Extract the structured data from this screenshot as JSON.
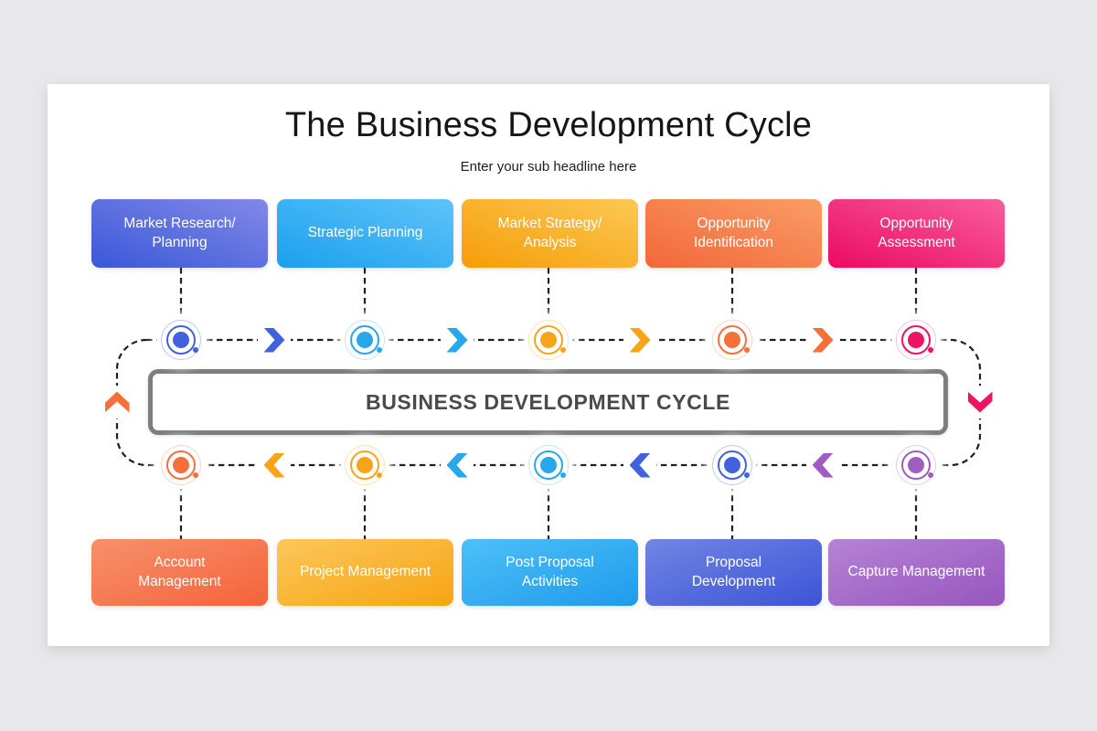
{
  "page": {
    "title": "The Business Development Cycle",
    "subtitle": "Enter your sub headline here"
  },
  "cycle": {
    "center_label": "BUSINESS DEVELOPMENT CYCLE",
    "direction": "clockwise",
    "top_stages": [
      {
        "label": "Market Research/\nPlanning",
        "gradient_start": "#3A58D9",
        "gradient_end": "#8289E6",
        "node_color": "#4161DD"
      },
      {
        "label": "Strategic Planning",
        "gradient_start": "#1B9FEF",
        "gradient_end": "#5EC4F8",
        "node_color": "#29A7EB"
      },
      {
        "label": "Market Strategy/\nAnalysis",
        "gradient_start": "#F59D08",
        "gradient_end": "#FCC854",
        "node_color": "#F8A41B"
      },
      {
        "label": "Opportunity\nIdentification",
        "gradient_start": "#F2673A",
        "gradient_end": "#F99D66",
        "node_color": "#F4703A"
      },
      {
        "label": "Opportunity\nAssessment",
        "gradient_start": "#EB0A62",
        "gradient_end": "#F85E9C",
        "node_color": "#EE1464"
      }
    ],
    "bottom_stages": [
      {
        "label": "Account\nManagement",
        "gradient_start": "#F7916B",
        "gradient_end": "#F4633A",
        "node_color": "#F4703A"
      },
      {
        "label": "Project Management",
        "gradient_start": "#FBC75A",
        "gradient_end": "#F7A413",
        "node_color": "#F8A41B"
      },
      {
        "label": "Post Proposal\nActivities",
        "gradient_start": "#4EC0F7",
        "gradient_end": "#1E9BEC",
        "node_color": "#29A7EB"
      },
      {
        "label": "Proposal\nDevelopment",
        "gradient_start": "#7186E3",
        "gradient_end": "#3C54D7",
        "node_color": "#4161DD"
      },
      {
        "label": "Capture Management",
        "gradient_start": "#B583D4",
        "gradient_end": "#9756BE",
        "node_color": "#A15CC2"
      }
    ],
    "arrow_colors": {
      "top_left_to_right": [
        "#4161DD",
        "#29A7EB",
        "#F8A41B",
        "#F4703A"
      ],
      "bottom_left_to_right": [
        "#F8A41B",
        "#29A7EB",
        "#4161DD",
        "#A15CC2"
      ],
      "left_side_up": "#F4703A",
      "right_side_down": "#EE1464"
    }
  },
  "colors": {
    "page_background": "#E8E8EA",
    "slide_background": "#FFFFFF",
    "center_box_border": "#7E7E7E",
    "center_label_text": "#4A4A4A",
    "dashed_line": "#1F1F1F",
    "title_text": "#161616",
    "stage_label_text": "#FFFFFF"
  }
}
